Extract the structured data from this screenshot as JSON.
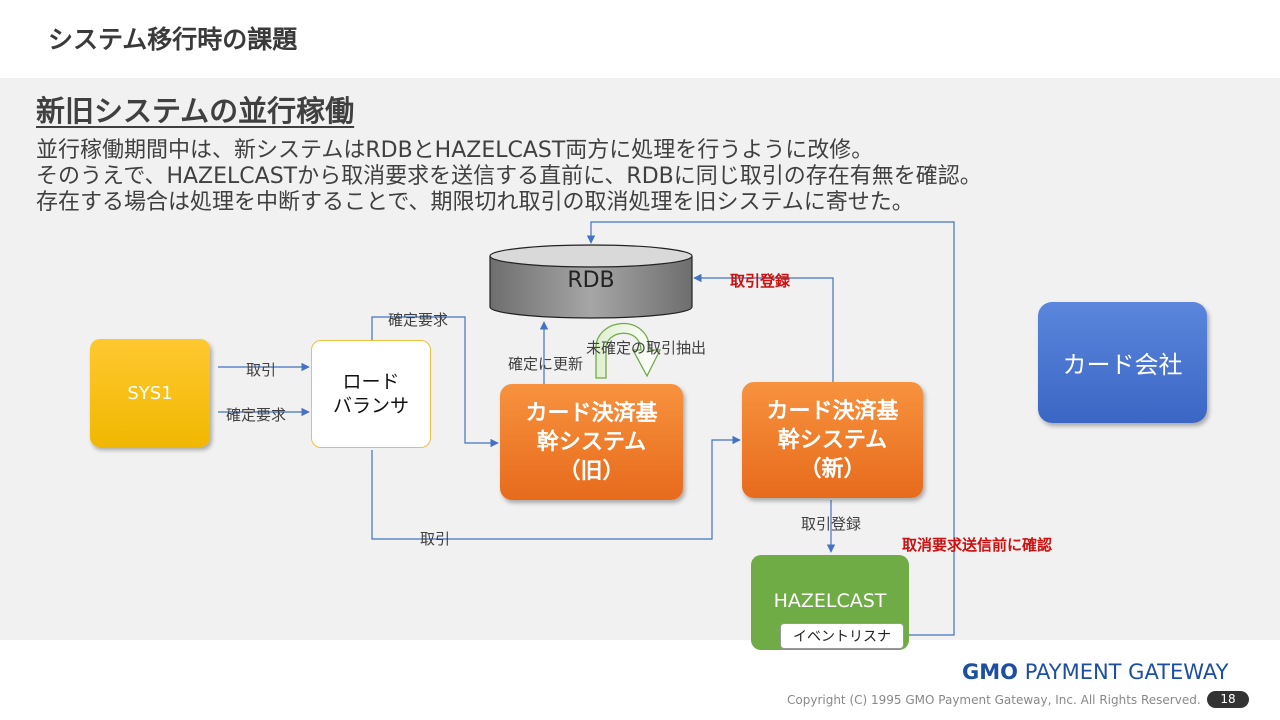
{
  "slide": {
    "title": "システム移行時の課題",
    "heading": "新旧システムの並行稼働",
    "description": [
      "並行稼働期間中は、新システムはRDBとHAZELCAST両方に処理を行うように改修。",
      "そのうえで、HAZELCASTから取消要求を送信する直前に、RDBに同じ取引の存在有無を確認。",
      "存在する場合は処理を中断することで、期限切れ取引の取消処理を旧システムに寄せた。"
    ]
  },
  "diagram": {
    "nodes": {
      "sys1": "SYS1",
      "load_balancer": [
        "ロード",
        "バランサ"
      ],
      "rdb": "RDB",
      "old_system": [
        "カード決済基",
        "幹システム",
        "（旧）"
      ],
      "new_system": [
        "カード決済基",
        "幹システム",
        "（新）"
      ],
      "card_company": "カード会社",
      "hazelcast": "HAZELCAST",
      "event_listener": "イベントリスナ"
    },
    "edge_labels": {
      "sys1_to_lb_tx": "取引",
      "sys1_to_lb_confirm": "確定要求",
      "lb_to_old_confirm": "確定要求",
      "old_to_rdb_update": "確定に更新",
      "unconfirmed_extract": "未確定の取引抽出",
      "new_to_rdb_register": "取引登録",
      "lb_to_new_tx": "取引",
      "new_to_hazel_register": "取引登録",
      "hazel_check_before_cancel": "取消要求送信前に確認"
    },
    "colors": {
      "sys1": "#f5bc16",
      "system_box": "#ee7d2c",
      "card_company": "#4472c4",
      "hazelcast": "#70ad47",
      "arrow": "#4472c4",
      "highlight_text": "#cc1111",
      "rdb": "#8c8c8c"
    }
  },
  "footer": {
    "logo_gmo": "GMO",
    "logo_text": "PAYMENT GATEWAY",
    "copyright": "Copyright (C) 1995 GMO Payment Gateway, Inc. All Rights Reserved.",
    "page_number": "18"
  }
}
